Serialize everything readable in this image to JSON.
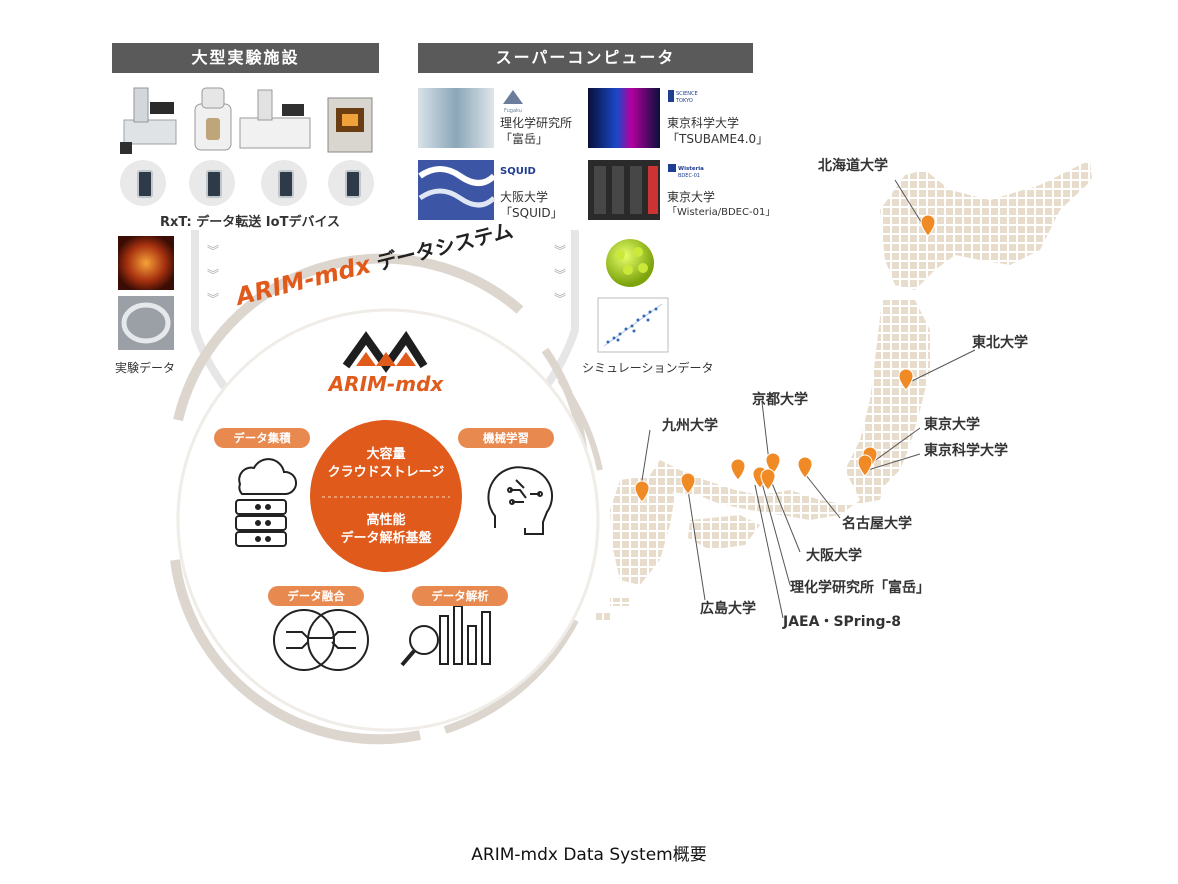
{
  "headers": {
    "facilities": "大型実験施設",
    "supercomputers": "スーパーコンピュータ"
  },
  "rxt_label": "RxT: データ転送 IoTデバイス",
  "left_data_label": "実験データ",
  "right_data_label": "シミュレーションデータ",
  "supercomputers": [
    {
      "line1": "理化学研究所",
      "line2": "「富岳」",
      "logo": "Fugaku"
    },
    {
      "line1": "東京科学大学",
      "line2": "「TSUBAME4.0」",
      "logo": "Institute of SCIENCE TOKYO"
    },
    {
      "line1": "大阪大学",
      "line2": "「SQUID」",
      "logo": "SQUID"
    },
    {
      "line1": "東京大学",
      "line2": "「Wisteria/BDEC-01」",
      "logo": "Wisteria BDEC-01"
    }
  ],
  "system": {
    "arc_brand": "ARIM-mdx",
    "arc_rest": " データシステム",
    "logo_text": "ARIM-mdx",
    "core_top_line1": "大容量",
    "core_top_line2": "クラウドストレージ",
    "core_bottom_line1": "高性能",
    "core_bottom_line2": "データ解析基盤",
    "pills": [
      "データ集積",
      "機械学習",
      "データ融合",
      "データ解析"
    ]
  },
  "universities": [
    "北海道大学",
    "東北大学",
    "京都大学",
    "九州大学",
    "東京大学",
    "東京科学大学",
    "名古屋大学",
    "大阪大学",
    "理化学研究所「富岳」",
    "広島大学",
    "JAEA・SPring-8"
  ],
  "caption": "ARIM-mdx Data System概要",
  "colors": {
    "accent": "#e05a1c",
    "pill": "#e88a4f",
    "header": "#5a5a5a",
    "map": "#e8ddcc"
  }
}
